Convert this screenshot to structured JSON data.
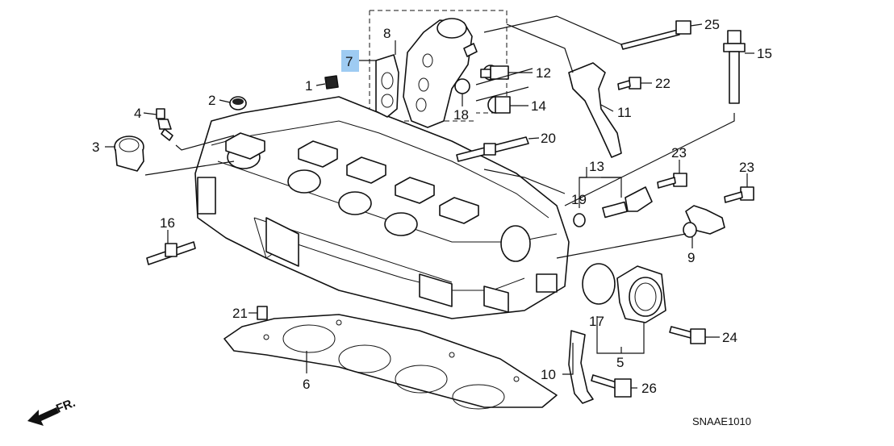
{
  "diagram": {
    "code": "SNAAE1010",
    "direction_label": "FR.",
    "highlight_color": "#9ecbf2",
    "highlighted_callout": "7",
    "callouts": [
      "1",
      "2",
      "3",
      "4",
      "5",
      "6",
      "7",
      "8",
      "9",
      "10",
      "11",
      "12",
      "13",
      "14",
      "15",
      "16",
      "17",
      "18",
      "19",
      "20",
      "21",
      "22",
      "23",
      "23",
      "24",
      "25",
      "26"
    ]
  }
}
